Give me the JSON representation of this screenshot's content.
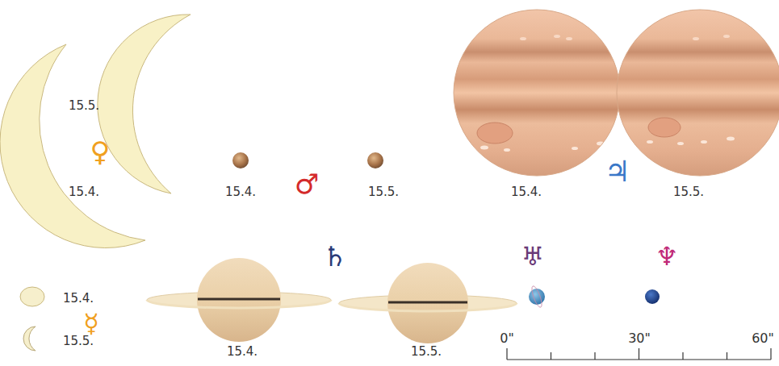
{
  "diagram": {
    "labels": [
      "15.5.",
      "♀",
      "15.4.",
      "15.4.",
      "♂",
      "15.5.",
      "15.4.",
      "♃",
      "15.5.",
      "♄",
      "♅",
      "♆",
      "15.4.",
      "☿",
      "15.5.",
      "15.4.",
      "15.5.",
      "0\"",
      "30\"",
      "60\""
    ]
  }
}
